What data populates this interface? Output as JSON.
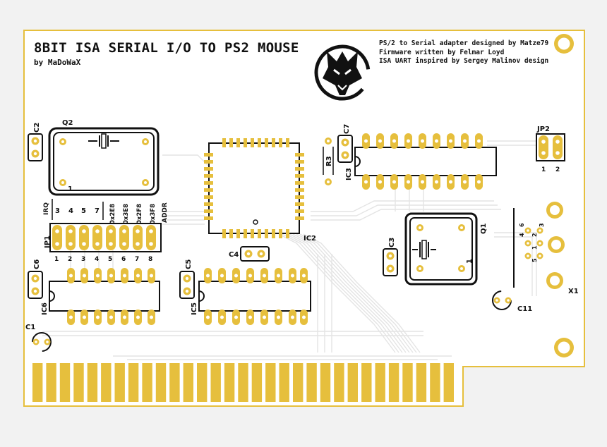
{
  "board": {
    "title": "8BIT ISA SERIAL I/O TO PS2 MOUSE",
    "byline": "by MaDoWaX",
    "credits": [
      "PS/2 to Serial adapter designed by Matze79",
      "Firmware written by Felmar Loyd",
      "ISA UART inspired by Sergey Malinov design"
    ]
  },
  "labels": {
    "q2": "Q2",
    "q1": "Q1",
    "q1_pin1": "1",
    "q2_pin1": "1",
    "c2": "C2",
    "c7": "C7",
    "r3": "R3",
    "ic3": "IC3",
    "jp2": "JP2",
    "jp2_pins": [
      "1",
      "2"
    ],
    "irq": "IRQ",
    "irq_values": [
      "3",
      "4",
      "5",
      "7"
    ],
    "addr_values": [
      "0x2E8",
      "0x3E8",
      "0x2F8",
      "0x3F8"
    ],
    "addr": "ADDR",
    "jp1": "JP1",
    "jp1_pins": [
      "1",
      "2",
      "3",
      "4",
      "5",
      "6",
      "7",
      "8"
    ],
    "c4": "C4",
    "ic2": "IC2",
    "c3": "C3",
    "c6": "C6",
    "ic6": "IC6",
    "c5": "C5",
    "ic5": "IC5",
    "c1": "C1",
    "c11": "C11",
    "x1": "X1",
    "x1_pins": [
      "6",
      "4",
      "2",
      "1",
      "3",
      "5"
    ]
  },
  "colors": {
    "board": "#ffffff",
    "background": "#f2f2f2",
    "copper": "#e6bf3d",
    "copper_light": "#f2d46b",
    "trace": "#e4e4e4",
    "silkscreen": "#111111"
  }
}
